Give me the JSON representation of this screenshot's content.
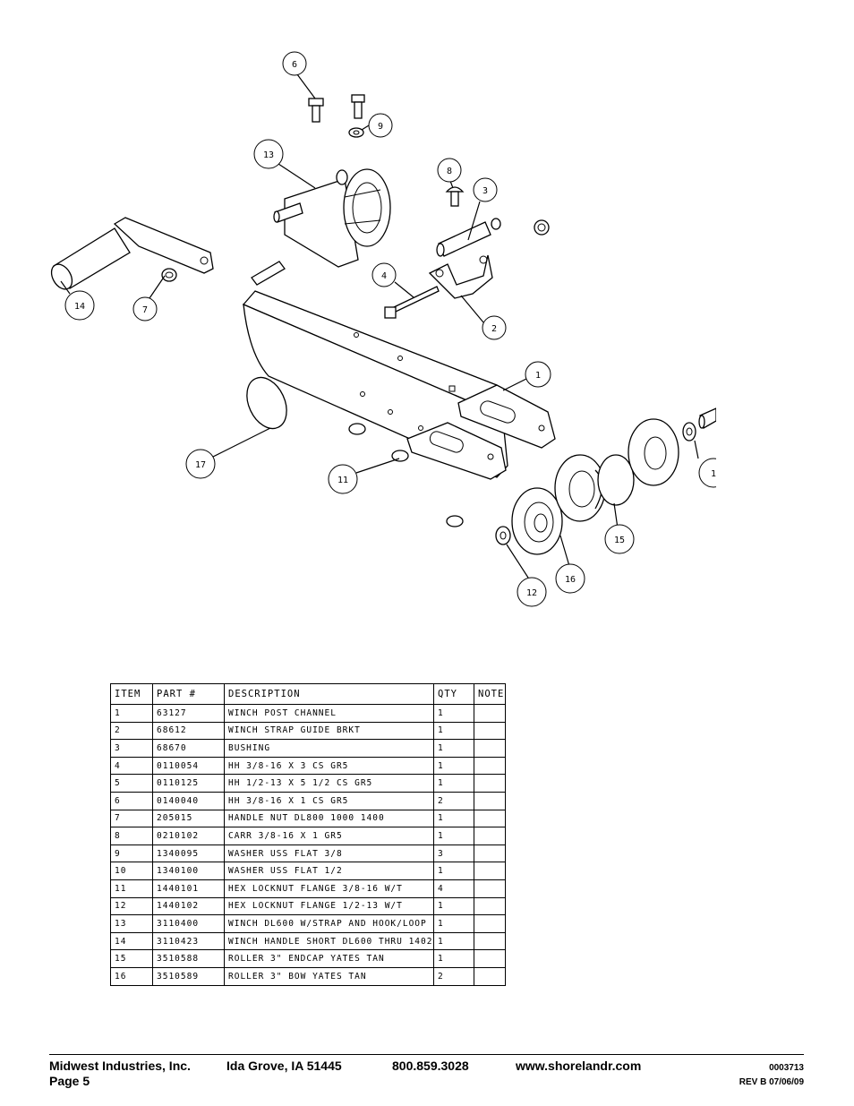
{
  "diagram": {
    "callouts": [
      "6",
      "9",
      "13",
      "8",
      "3",
      "4",
      "2",
      "1",
      "14",
      "7",
      "17",
      "11",
      "15",
      "16",
      "12",
      "1"
    ]
  },
  "table": {
    "headers": [
      "ITEM",
      "PART #",
      "DESCRIPTION",
      "QTY",
      "NOTE"
    ],
    "rows": [
      [
        "1",
        "63127",
        "WINCH POST CHANNEL",
        "1",
        ""
      ],
      [
        "2",
        "68612",
        "WINCH STRAP GUIDE BRKT",
        "1",
        ""
      ],
      [
        "3",
        "68670",
        "BUSHING",
        "1",
        ""
      ],
      [
        "4",
        "0110054",
        "HH 3/8-16 X 3 CS GR5",
        "1",
        ""
      ],
      [
        "5",
        "0110125",
        "HH 1/2-13 X 5 1/2 CS GR5",
        "1",
        ""
      ],
      [
        "6",
        "0140040",
        "HH 3/8-16 X 1 CS GR5",
        "2",
        ""
      ],
      [
        "7",
        "205015",
        "HANDLE NUT DL800 1000 1400",
        "1",
        ""
      ],
      [
        "8",
        "0210102",
        "CARR 3/8-16 X 1 GR5",
        "1",
        ""
      ],
      [
        "9",
        "1340095",
        "WASHER USS FLAT 3/8",
        "3",
        ""
      ],
      [
        "10",
        "1340100",
        "WASHER USS FLAT 1/2",
        "1",
        ""
      ],
      [
        "11",
        "1440101",
        "HEX LOCKNUT FLANGE 3/8-16 W/T",
        "4",
        ""
      ],
      [
        "12",
        "1440102",
        "HEX LOCKNUT FLANGE 1/2-13 W/T",
        "1",
        ""
      ],
      [
        "13",
        "3110400",
        "WINCH DL600 W/STRAP AND HOOK/LOOP",
        "1",
        ""
      ],
      [
        "14",
        "3110423",
        "WINCH HANDLE SHORT DL600 THRU 1402",
        "1",
        ""
      ],
      [
        "15",
        "3510588",
        "ROLLER 3\" ENDCAP YATES TAN",
        "1",
        ""
      ],
      [
        "16",
        "3510589",
        "ROLLER 3\" BOW YATES TAN",
        "2",
        ""
      ]
    ]
  },
  "footer": {
    "company": "Midwest Industries, Inc.",
    "location": "Ida Grove, IA  51445",
    "phone": "800.859.3028",
    "website": "www.shorelandr.com",
    "page": "Page 5",
    "doc_number": "0003713",
    "revision": "REV B  07/06/09"
  }
}
